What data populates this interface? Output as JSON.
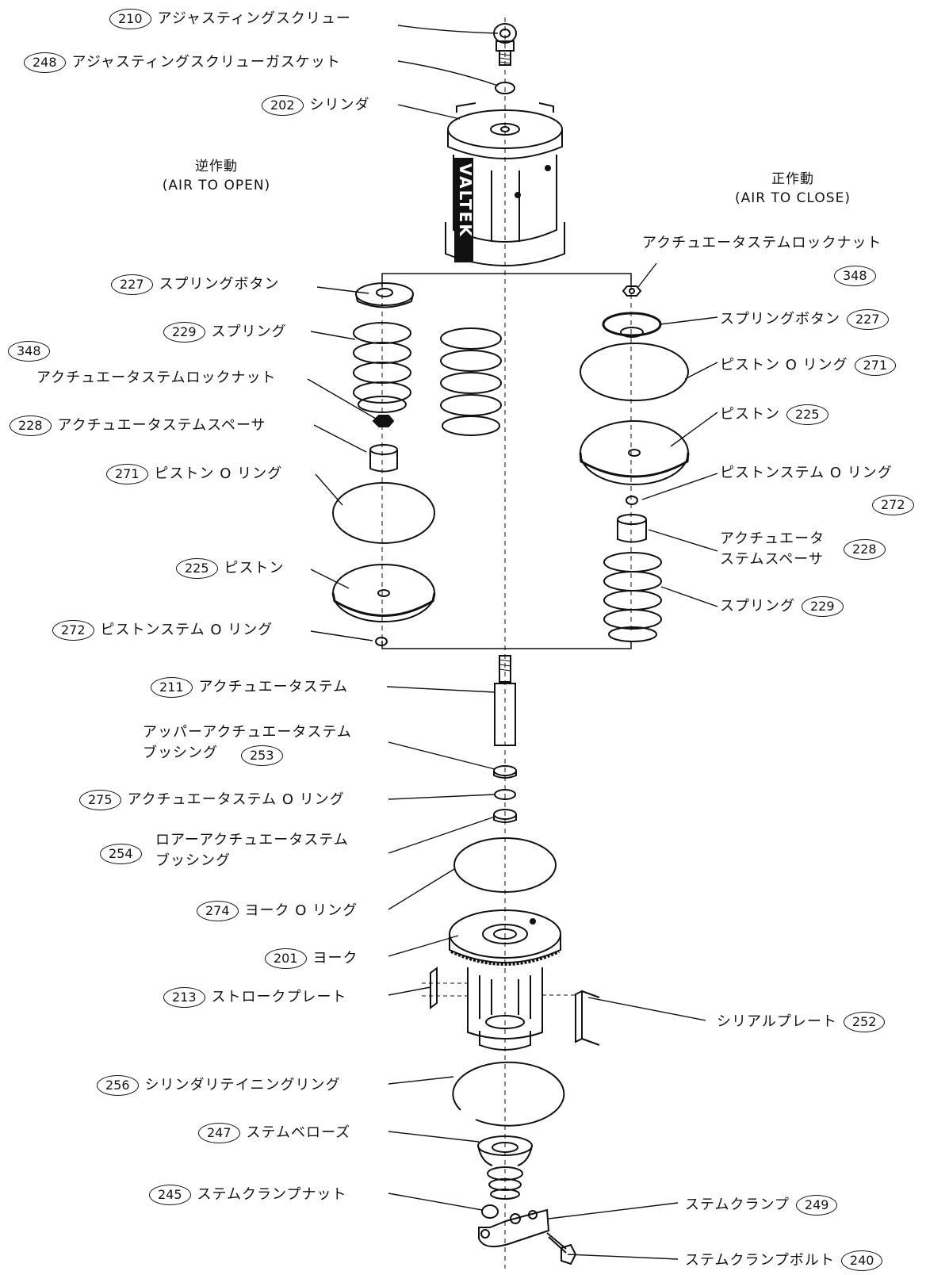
{
  "headers": {
    "left": {
      "title": "逆作動",
      "subtitle": "(AIR TO OPEN)"
    },
    "right": {
      "title": "正作動",
      "subtitle": "(AIR TO CLOSE)"
    }
  },
  "brand": "VALTEK",
  "parts": {
    "p210": {
      "num": "210",
      "name": "アジャスティングスクリュー"
    },
    "p248": {
      "num": "248",
      "name": "アジャスティングスクリューガスケット"
    },
    "p202": {
      "num": "202",
      "name": "シリンダ"
    },
    "p227l": {
      "num": "227",
      "name": "スプリングボタン"
    },
    "p229l": {
      "num": "229",
      "name": "スプリング"
    },
    "p348l": {
      "num": "348",
      "name": "アクチュエータステムロックナット"
    },
    "p228l": {
      "num": "228",
      "name": "アクチュエータステムスペーサ"
    },
    "p271l": {
      "num": "271",
      "name": "ピストン O リング"
    },
    "p225l": {
      "num": "225",
      "name": "ピストン"
    },
    "p272l": {
      "num": "272",
      "name": "ピストンステム O リング"
    },
    "p211": {
      "num": "211",
      "name": "アクチュエータステム"
    },
    "p253": {
      "num": "253",
      "name_line1": "アッパーアクチュエータステム",
      "name_line2": "ブッシング"
    },
    "p275": {
      "num": "275",
      "name": "アクチュエータステム O リング"
    },
    "p254": {
      "num": "254",
      "name_line1": "ロアーアクチュエータステム",
      "name_line2": "ブッシング"
    },
    "p274": {
      "num": "274",
      "name": "ヨーク O リング"
    },
    "p201": {
      "num": "201",
      "name": "ヨーク"
    },
    "p213": {
      "num": "213",
      "name": "ストロークプレート"
    },
    "p256": {
      "num": "256",
      "name": "シリンダリテイニングリング"
    },
    "p247": {
      "num": "247",
      "name": "ステムベローズ"
    },
    "p245": {
      "num": "245",
      "name": "ステムクランプナット"
    },
    "p348r": {
      "num": "348",
      "name": "アクチュエータステムロックナット"
    },
    "p227r": {
      "num": "227",
      "name": "スプリングボタン"
    },
    "p271r": {
      "num": "271",
      "name": "ピストン O リング"
    },
    "p225r": {
      "num": "225",
      "name": "ピストン"
    },
    "p272r": {
      "num": "272",
      "name": "ピストンステム O リング"
    },
    "p228r": {
      "num": "228",
      "name_line1": "アクチュエータ",
      "name_line2": "ステムスペーサ"
    },
    "p229r": {
      "num": "229",
      "name": "スプリング"
    },
    "p252": {
      "num": "252",
      "name": "シリアルプレート"
    },
    "p249": {
      "num": "249",
      "name": "ステムクランプ"
    },
    "p240": {
      "num": "240",
      "name": "ステムクランプボルト"
    }
  }
}
